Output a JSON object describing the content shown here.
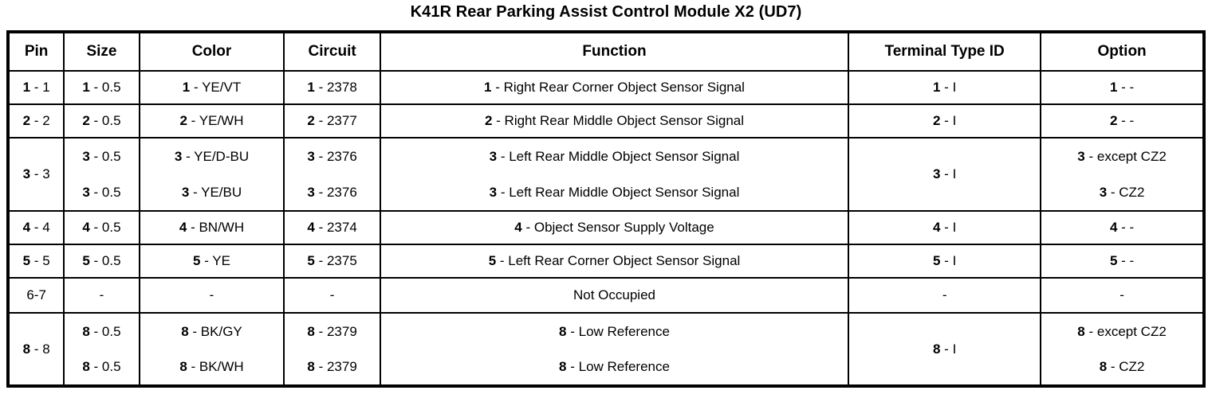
{
  "title": "K41R Rear Parking Assist Control Module X2 (UD7)",
  "table": {
    "columns": [
      {
        "key": "pin",
        "label": "Pin"
      },
      {
        "key": "size",
        "label": "Size"
      },
      {
        "key": "color",
        "label": "Color"
      },
      {
        "key": "circuit",
        "label": "Circuit"
      },
      {
        "key": "function",
        "label": "Function"
      },
      {
        "key": "terminal",
        "label": "Terminal Type ID"
      },
      {
        "key": "option",
        "label": "Option"
      }
    ],
    "separator": " - ",
    "rows": [
      {
        "pin_index": "1",
        "pin_value": "1",
        "size_index": "1",
        "size_value": "0.5",
        "color_index": "1",
        "color_value": "YE/VT",
        "circuit_index": "1",
        "circuit_value": "2378",
        "function_index": "1",
        "function_value": "Right Rear Corner Object Sensor Signal",
        "terminal_index": "1",
        "terminal_value": "I",
        "option_index": "1",
        "option_value": "-"
      },
      {
        "pin_index": "2",
        "pin_value": "2",
        "size_index": "2",
        "size_value": "0.5",
        "color_index": "2",
        "color_value": "YE/WH",
        "circuit_index": "2",
        "circuit_value": "2377",
        "function_index": "2",
        "function_value": "Right Rear Middle Object Sensor Signal",
        "terminal_index": "2",
        "terminal_value": "I",
        "option_index": "2",
        "option_value": "-"
      },
      {
        "pin_index": "3",
        "pin_value": "3",
        "terminal_index": "3",
        "terminal_value": "I",
        "sub_a": {
          "size_index": "3",
          "size_value": "0.5",
          "color_index": "3",
          "color_value": "YE/D-BU",
          "circuit_index": "3",
          "circuit_value": "2376",
          "function_index": "3",
          "function_value": "Left Rear Middle Object Sensor Signal",
          "option_index": "3",
          "option_value": "except CZ2"
        },
        "sub_b": {
          "size_index": "3",
          "size_value": "0.5",
          "color_index": "3",
          "color_value": "YE/BU",
          "circuit_index": "3",
          "circuit_value": "2376",
          "function_index": "3",
          "function_value": "Left Rear Middle Object Sensor Signal",
          "option_index": "3",
          "option_value": "CZ2"
        }
      },
      {
        "pin_index": "4",
        "pin_value": "4",
        "size_index": "4",
        "size_value": "0.5",
        "color_index": "4",
        "color_value": "BN/WH",
        "circuit_index": "4",
        "circuit_value": "2374",
        "function_index": "4",
        "function_value": "Object Sensor Supply Voltage",
        "terminal_index": "4",
        "terminal_value": "I",
        "option_index": "4",
        "option_value": "-"
      },
      {
        "pin_index": "5",
        "pin_value": "5",
        "size_index": "5",
        "size_value": "0.5",
        "color_index": "5",
        "color_value": "YE",
        "circuit_index": "5",
        "circuit_value": "2375",
        "function_index": "5",
        "function_value": "Left Rear Corner Object Sensor Signal",
        "terminal_index": "5",
        "terminal_value": "I",
        "option_index": "5",
        "option_value": "-"
      },
      {
        "pin_plain": "6-7",
        "size_plain": "-",
        "color_plain": "-",
        "circuit_plain": "-",
        "function_plain": "Not Occupied",
        "terminal_plain": "-",
        "option_plain": "-"
      },
      {
        "pin_index": "8",
        "pin_value": "8",
        "terminal_index": "8",
        "terminal_value": "I",
        "sub_a": {
          "size_index": "8",
          "size_value": "0.5",
          "color_index": "8",
          "color_value": "BK/GY",
          "circuit_index": "8",
          "circuit_value": "2379",
          "function_index": "8",
          "function_value": "Low Reference",
          "option_index": "8",
          "option_value": "except CZ2"
        },
        "sub_b": {
          "size_index": "8",
          "size_value": "0.5",
          "color_index": "8",
          "color_value": "BK/WH",
          "circuit_index": "8",
          "circuit_value": "2379",
          "function_index": "8",
          "function_value": "Low Reference",
          "option_index": "8",
          "option_value": "CZ2"
        }
      }
    ]
  },
  "colors": {
    "text": "#000000",
    "background": "#ffffff",
    "border": "#000000"
  }
}
